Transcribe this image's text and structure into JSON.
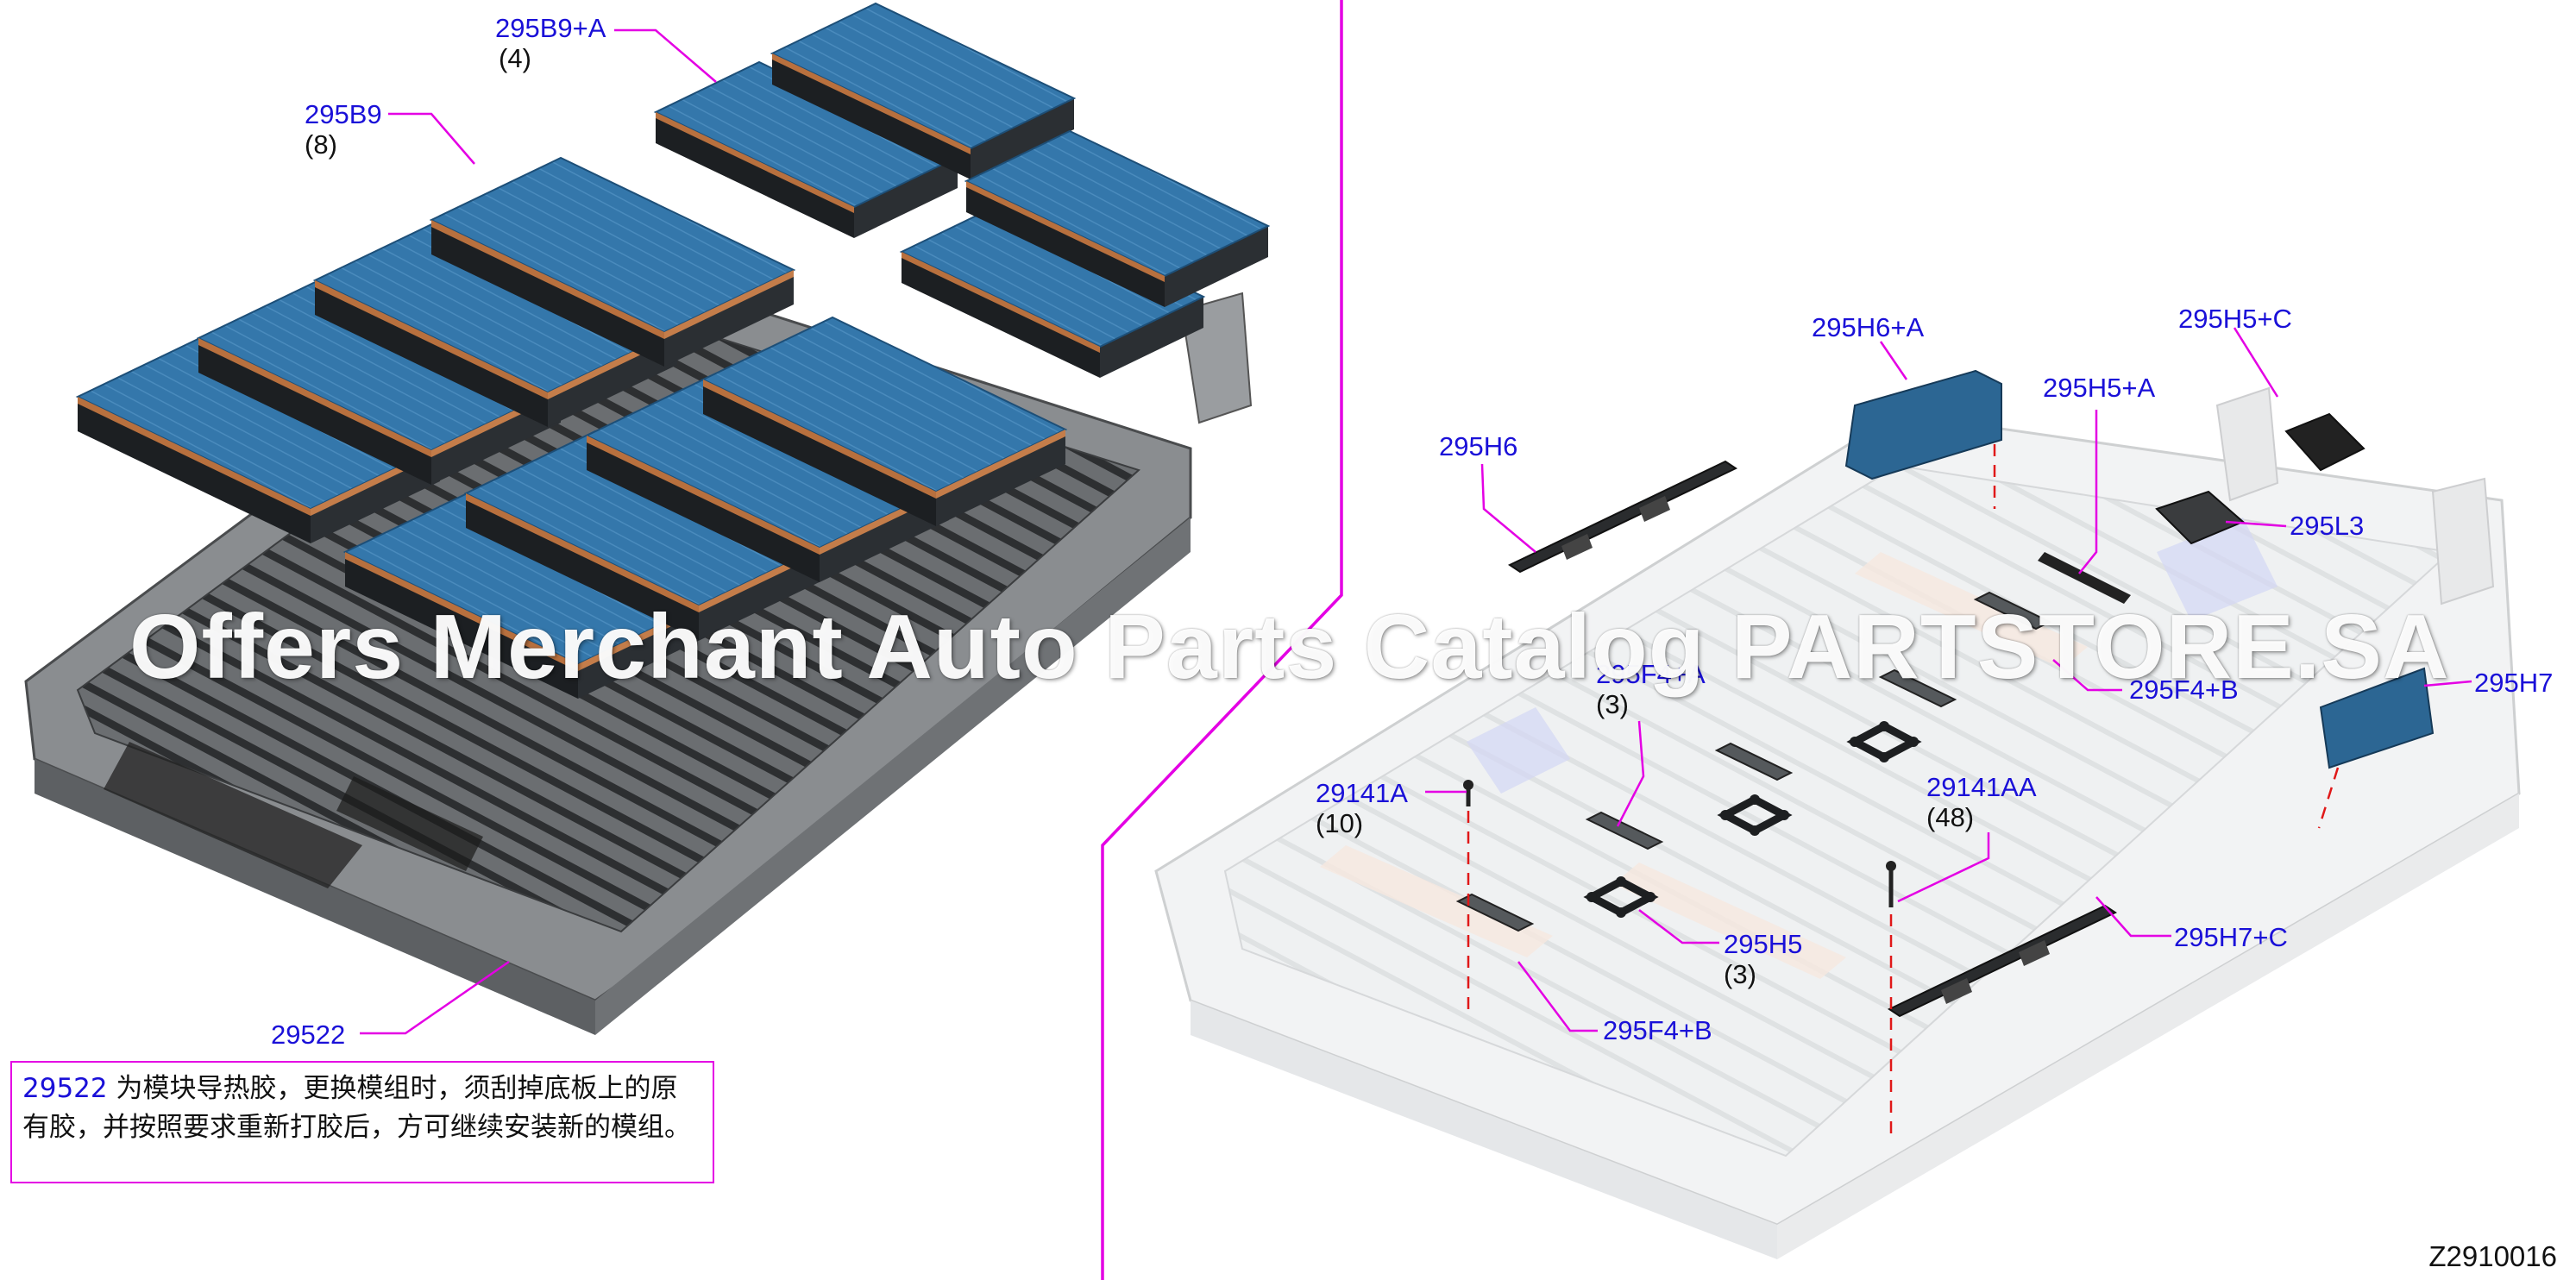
{
  "callouts": {
    "p295B9A": "295B9+A",
    "p295B9A_qty": "(4)",
    "p295B9": "295B9",
    "p295B9_qty": "(8)",
    "p29522": "29522",
    "p295H6A": "295H6+A",
    "p295H5C": "295H5+C",
    "p295H5A": "295H5+A",
    "p295H6": "295H6",
    "p295L3": "295L3",
    "p295F4A_partial": "295F4+A",
    "p295F4A_qty": "(3)",
    "p295F4B_upper": "295F4+B",
    "p295H7": "295H7",
    "p29141A": "29141A",
    "p29141A_qty": "(10)",
    "p29141AA": "29141AA",
    "p29141AA_qty": "(48)",
    "p295H5": "295H5",
    "p295H5_qty": "(3)",
    "p295H7C": "295H7+C",
    "p295F4B_lower": "295F4+B"
  },
  "note": {
    "ref": "29522",
    "text": " 为模块导热胶，更换模组时，须刮掉底板上的原有胶，并按照要求重新打胶后，方可继续安装新的模组。"
  },
  "watermark": "Offers Merchant Auto Parts Catalog PARTSTORE.SA",
  "drawing_number": "Z2910016",
  "colors": {
    "callout_text": "#1a10d8",
    "leader_line": "#e400e4",
    "hidden_line": "#e01818",
    "module_blue": "#2f74a8",
    "module_dark": "#22272c",
    "tray_gray": "#8a8d90"
  }
}
